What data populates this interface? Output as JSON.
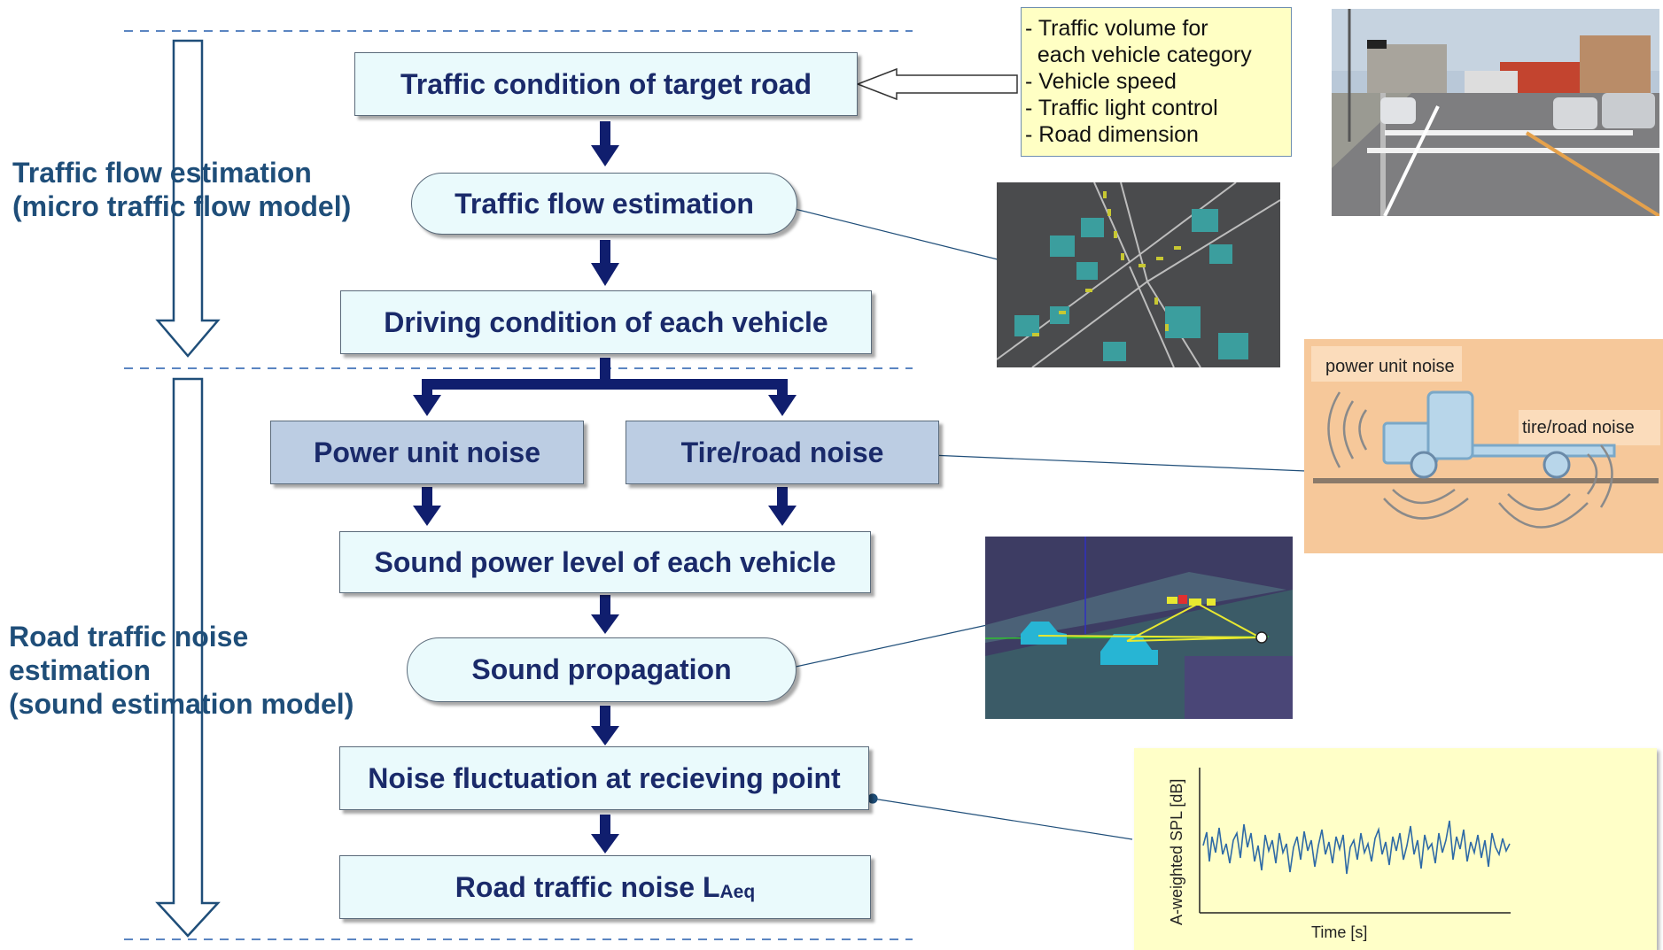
{
  "flow": {
    "traffic_condition": "Traffic condition of target road",
    "traffic_flow": "Traffic flow estimation",
    "driving_condition": "Driving condition of each vehicle",
    "power_unit_noise": "Power unit noise",
    "tire_road_noise": "Tire/road noise",
    "sound_power": "Sound power level of each vehicle",
    "sound_propagation": "Sound propagation",
    "noise_fluctuation": "Noise fluctuation at recieving point",
    "road_noise_main": "Road traffic noise L",
    "road_noise_sub": "Aeq"
  },
  "sections": {
    "traffic_flow_line1": "Traffic flow estimation",
    "traffic_flow_line2": "(micro traffic flow model)",
    "road_noise_line1": "Road traffic noise",
    "road_noise_line2": "estimation",
    "road_noise_line3": "(sound estimation model)"
  },
  "inputs": [
    "- Traffic volume for",
    "  each vehicle category",
    "- Vehicle speed",
    "- Traffic light control",
    "- Road dimension"
  ],
  "truck_labels": {
    "power_unit": "power unit noise",
    "tire_road": "tire/road noise"
  },
  "chart": {
    "ylabel": "A-weighted SPL [dB]",
    "xlabel": "Time [s]"
  },
  "colors": {
    "dark_navy": "#101e6e",
    "label_blue": "#1f4e79",
    "box_fill": "#eafafc",
    "noise_box_fill": "#bccde3",
    "info_fill": "#ffffc4",
    "chart_fill": "#ffffc8",
    "truck_bg": "#f6c89a"
  }
}
